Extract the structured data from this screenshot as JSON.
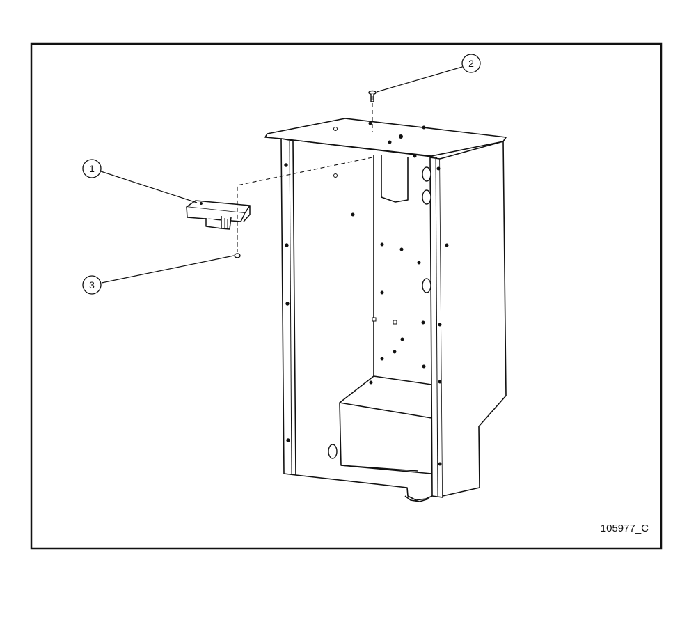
{
  "callouts": [
    {
      "id": "1",
      "label": "1"
    },
    {
      "id": "2",
      "label": "2"
    },
    {
      "id": "3",
      "label": "3"
    }
  ],
  "drawing_number": "105977_C",
  "colors": {
    "line": "#111111",
    "background": "#ffffff"
  }
}
